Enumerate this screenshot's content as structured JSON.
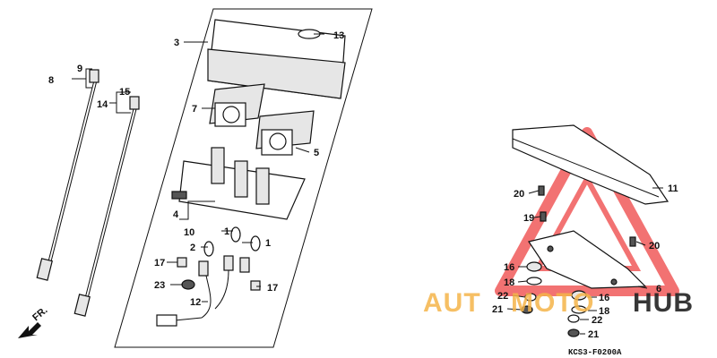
{
  "callouts": {
    "c1a": "1",
    "c1b": "1",
    "c2": "2",
    "c3": "3",
    "c4": "4",
    "c5": "5",
    "c6": "6",
    "c7": "7",
    "c8": "8",
    "c9": "9",
    "c10": "10",
    "c11": "11",
    "c12": "12",
    "c13": "13",
    "c14": "14",
    "c15": "15",
    "c16a": "16",
    "c16b": "16",
    "c17a": "17",
    "c17b": "17",
    "c18a": "18",
    "c18b": "18",
    "c19": "19",
    "c20a": "20",
    "c20b": "20",
    "c21a": "21",
    "c21b": "21",
    "c22a": "22",
    "c22b": "22",
    "c23": "23"
  },
  "front_label": "FR.",
  "diagram_code": "KCS3-F0200A",
  "watermark": {
    "text_left": "AUT",
    "text_mid": "MOTO",
    "text_right": "HUB",
    "orange": "#f5b54a",
    "red": "#ee4444",
    "dark": "#222222"
  }
}
